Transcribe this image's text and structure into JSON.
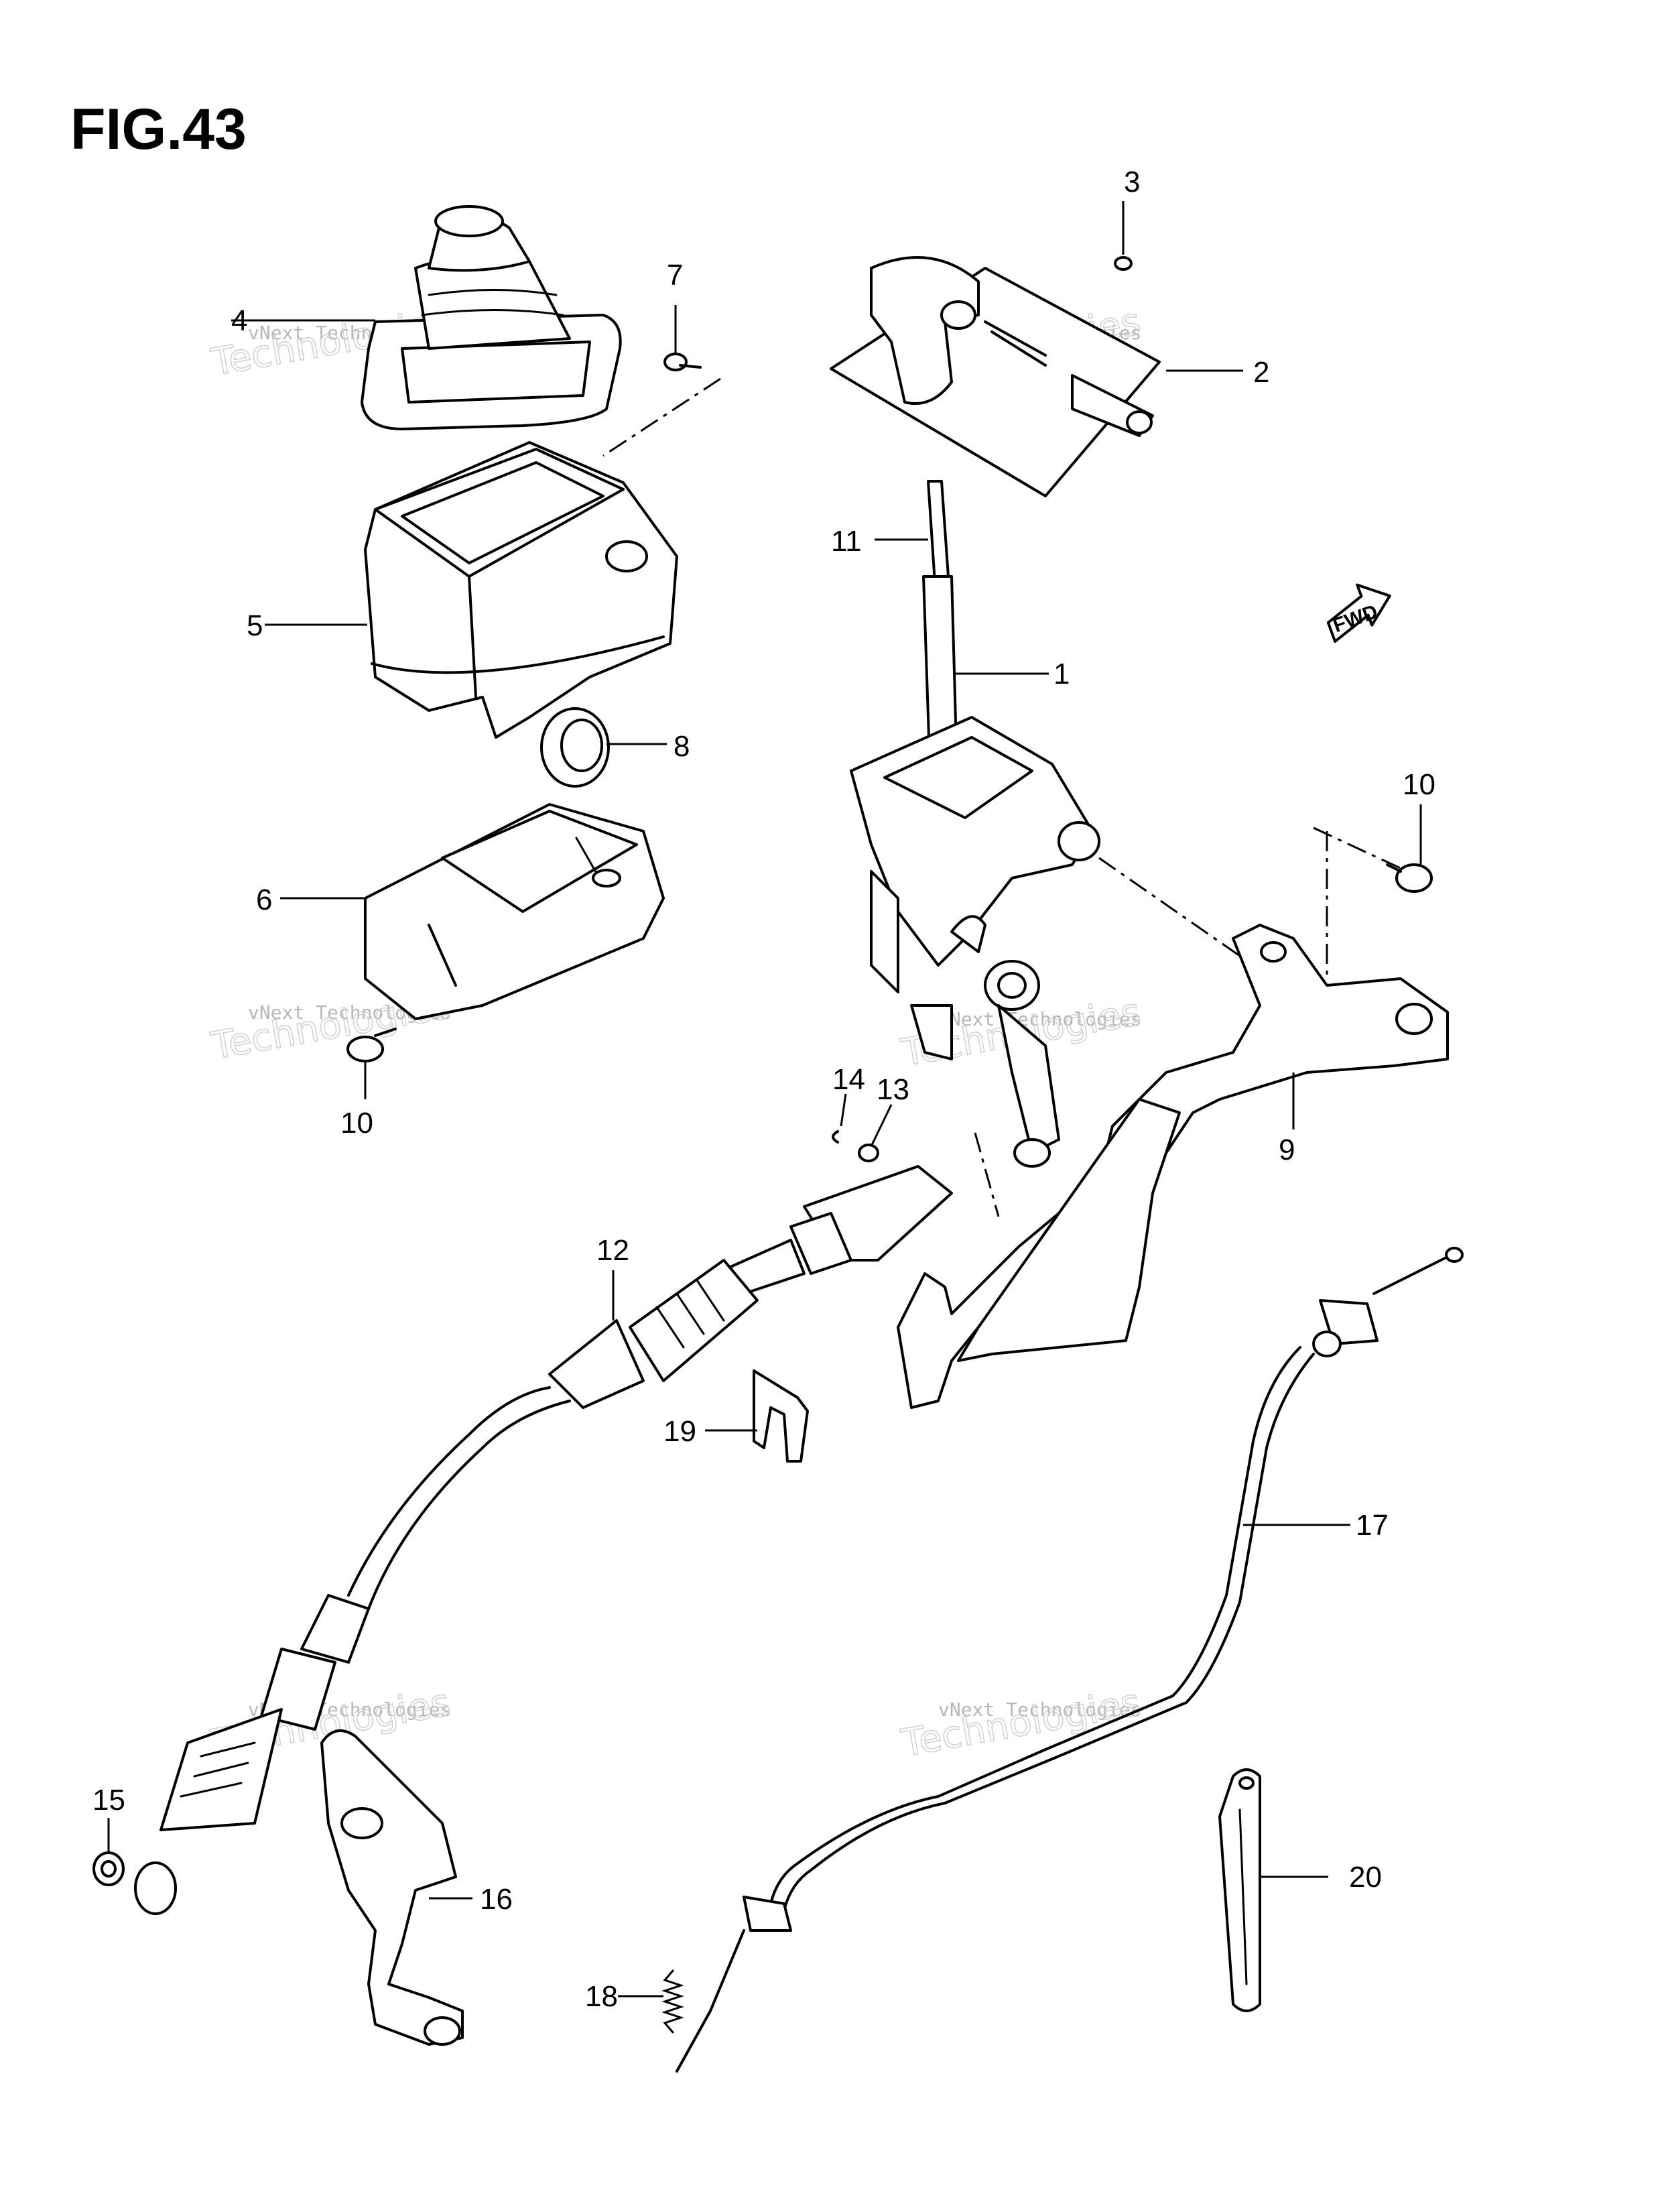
{
  "figure": {
    "title": "FIG.43"
  },
  "badge": {
    "label": "FWD"
  },
  "callouts": [
    {
      "id": "1",
      "label": "1"
    },
    {
      "id": "2",
      "label": "2"
    },
    {
      "id": "3",
      "label": "3"
    },
    {
      "id": "4",
      "label": "4"
    },
    {
      "id": "5",
      "label": "5"
    },
    {
      "id": "6",
      "label": "6"
    },
    {
      "id": "7",
      "label": "7"
    },
    {
      "id": "8",
      "label": "8"
    },
    {
      "id": "9",
      "label": "9"
    },
    {
      "id": "10a",
      "label": "10"
    },
    {
      "id": "10b",
      "label": "10"
    },
    {
      "id": "11",
      "label": "11"
    },
    {
      "id": "12",
      "label": "12"
    },
    {
      "id": "13",
      "label": "13"
    },
    {
      "id": "14",
      "label": "14"
    },
    {
      "id": "15",
      "label": "15"
    },
    {
      "id": "16",
      "label": "16"
    },
    {
      "id": "17",
      "label": "17"
    },
    {
      "id": "18",
      "label": "18"
    },
    {
      "id": "19",
      "label": "19"
    },
    {
      "id": "20",
      "label": "20"
    }
  ],
  "watermark": {
    "line1": "vNext",
    "line2": "Technologies",
    "small": "vNext Technologies"
  }
}
